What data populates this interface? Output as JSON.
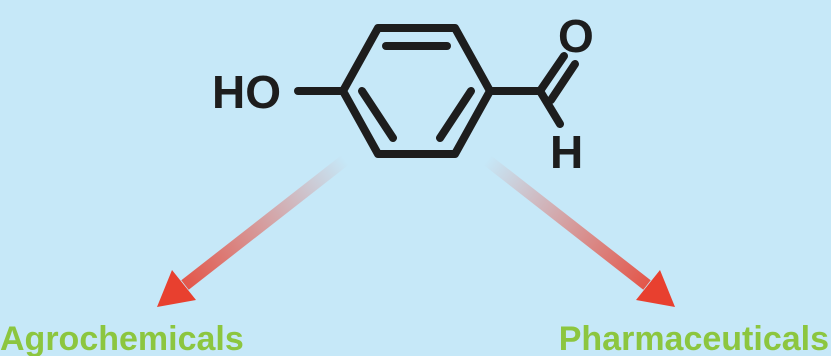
{
  "molecule": {
    "atoms": {
      "hydroxyl": "HO",
      "carbonyl_oxygen": "O",
      "aldehyde_hydrogen": "H"
    }
  },
  "categories": {
    "left": "Agrochemicals",
    "right": "Pharmaceuticals"
  },
  "colors": {
    "background": "#c6e8f8",
    "bond": "#1d1d1d",
    "arrow": "#e8402f",
    "category_text": "#8cc63f"
  }
}
